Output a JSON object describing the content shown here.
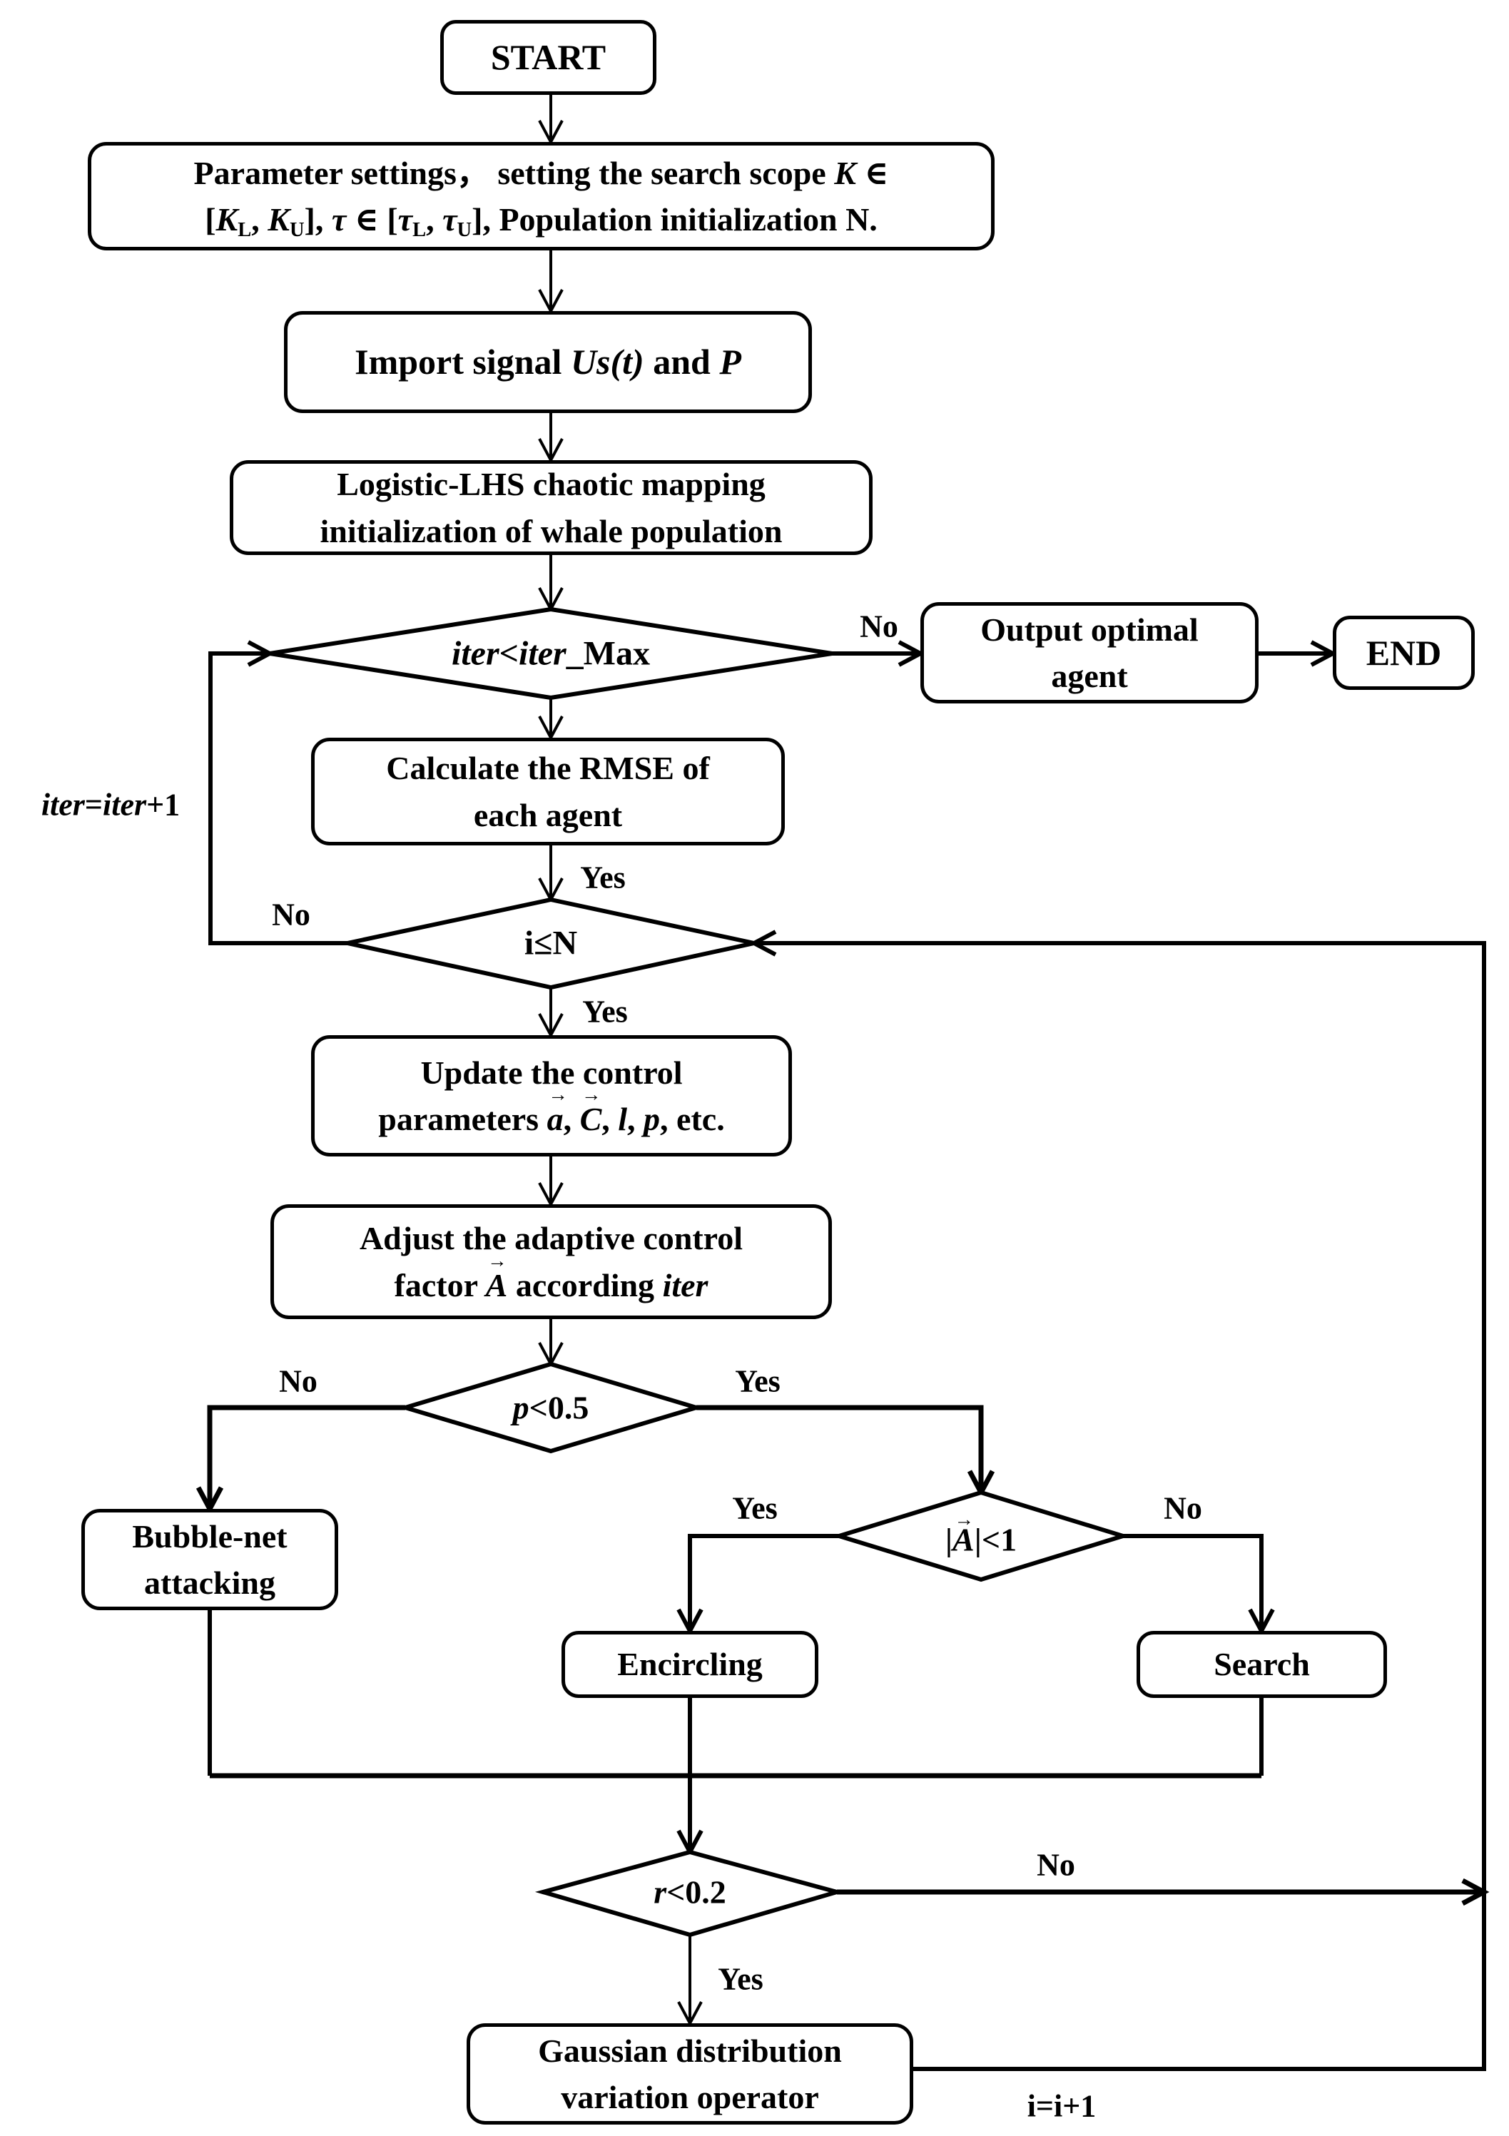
{
  "colors": {
    "ink": "#000000",
    "paper": "#ffffff"
  },
  "flowchart": {
    "nodes": {
      "start": {
        "label": "START"
      },
      "params": {
        "line1": "Parameter settings，  setting the search scope {i:K} ∈",
        "line2": "[{i:K}{s:L}, {i:K}{s:U}], {i:τ} ∈ [{i:τ}{s:L}, {i:τ}{s:U}],  Population initialization N."
      },
      "import_signal": {
        "label": "Import signal {i:Us(t)} and {i:P}"
      },
      "logistic": {
        "line1": "Logistic-LHS chaotic mapping",
        "line2": "initialization of whale population"
      },
      "iter_check": {
        "label": "{i:iter}<{i:iter}_Max"
      },
      "output_agent": {
        "line1": "Output optimal",
        "line2": "agent"
      },
      "end": {
        "label": "END"
      },
      "rmse": {
        "line1": "Calculate the RMSE of",
        "line2": "each agent"
      },
      "i_check": {
        "label": "i≤N"
      },
      "update_params": {
        "line1": "Update the control",
        "line2": "parameters {v:a}, {v:C}, {i:l}, {i:p}, etc."
      },
      "adjust_factor": {
        "line1": "Adjust the adaptive control",
        "line2": "factor {v:A} according {i:iter}"
      },
      "p_check": {
        "label": "{i:p}<0.5"
      },
      "bubble_net": {
        "line1": "Bubble-net",
        "line2": "attacking"
      },
      "a_check": {
        "label": "|{v:A}|<1"
      },
      "encircling": {
        "label": "Encircling"
      },
      "search": {
        "label": "Search"
      },
      "r_check": {
        "label": "{i:r}<0.2"
      },
      "gaussian": {
        "line1": "Gaussian distribution",
        "line2": "variation operator"
      }
    },
    "edge_labels": {
      "iter_no": "No",
      "rmse_yes": "Yes",
      "i_no": "No",
      "i_yes": "Yes",
      "p_no": "No",
      "p_yes": "Yes",
      "a_yes": "Yes",
      "a_no": "No",
      "r_no": "No",
      "r_yes": "Yes",
      "iter_increment": "{i:iter}={i:iter}+1",
      "i_increment": "i=i+1"
    }
  }
}
